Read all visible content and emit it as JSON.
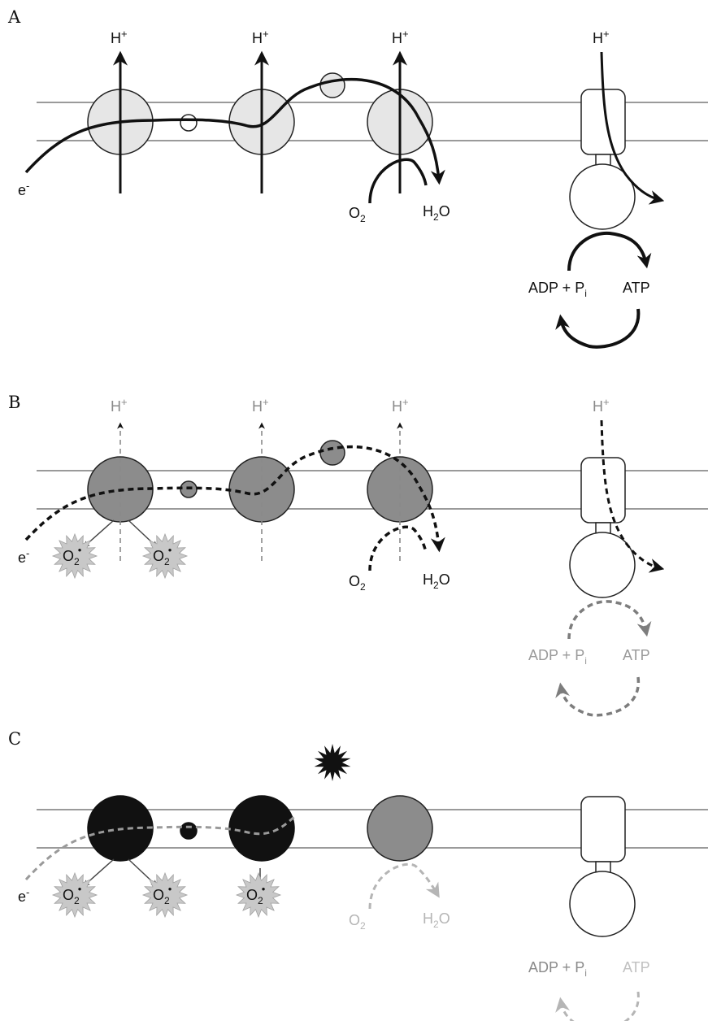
{
  "colors": {
    "dark": "#111111",
    "medium_gray": "#7d7d7d",
    "light_gray": "#b5b5b5",
    "complex_fill_normal": "#e6e6e6",
    "complex_fill_impaired": "#8c8c8c",
    "complex_fill_damaged": "#111111",
    "ros_burst_fill": "#c8c8c8",
    "membrane": "#9a9a9a"
  },
  "icons": {
    "ros_burst": "starburst-icon",
    "damage": "black-starburst-icon"
  },
  "panels": [
    {
      "label": "A",
      "protons": [
        "H",
        "H",
        "H",
        "H"
      ],
      "proton_sup": "+",
      "electron": {
        "base": "e",
        "sup": "-"
      },
      "oxygen": {
        "base": "O",
        "sub": "2"
      },
      "water": {
        "h": "H",
        "sub": "2",
        "o": "O"
      },
      "adp": {
        "text": "ADP + P",
        "sub": "i"
      },
      "atp": "ATP",
      "ros": []
    },
    {
      "label": "B",
      "protons": [
        "H",
        "H",
        "H",
        "H"
      ],
      "proton_sup": "+",
      "electron": {
        "base": "e",
        "sup": "-"
      },
      "oxygen": {
        "base": "O",
        "sub": "2"
      },
      "water": {
        "h": "H",
        "sub": "2",
        "o": "O"
      },
      "adp": {
        "text": "ADP + P",
        "sub": "i"
      },
      "atp": "ATP",
      "ros": [
        {
          "base": "O",
          "sub": "2",
          "dot": "•"
        },
        {
          "base": "O",
          "sub": "2",
          "dot": "•"
        }
      ]
    },
    {
      "label": "C",
      "protons": [],
      "proton_sup": "",
      "electron": {
        "base": "e",
        "sup": "-"
      },
      "oxygen": {
        "base": "O",
        "sub": "2"
      },
      "water": {
        "h": "H",
        "sub": "2",
        "o": "O"
      },
      "adp": {
        "text": "ADP + P",
        "sub": "i"
      },
      "atp": "ATP",
      "ros": [
        {
          "base": "O",
          "sub": "2",
          "dot": "•"
        },
        {
          "base": "O",
          "sub": "2",
          "dot": "•"
        },
        {
          "base": "O",
          "sub": "2",
          "dot": "•"
        }
      ]
    }
  ]
}
